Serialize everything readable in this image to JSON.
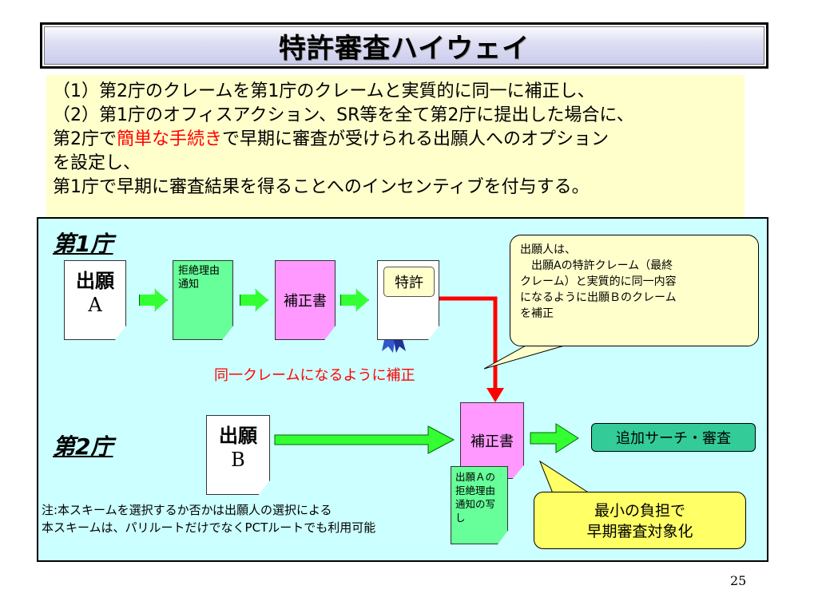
{
  "title": "特許審査ハイウェイ",
  "intro": {
    "line1": "（1）第2庁のクレームを第1庁のクレームと実質的に同一に補正し、",
    "line2": "（2）第1庁のオフィスアクション、SR等を全て第2庁に提出した場合に、",
    "line3_pre": "第2庁で",
    "line3_red": "簡単な手続き",
    "line3_post": "で早期に審査が受けられる出願人へのオプション",
    "line4": "を設定し、",
    "line5": "第1庁で早期に審査結果を得ることへのインセンティブを付与する。"
  },
  "office1": {
    "label": "第1庁"
  },
  "office2": {
    "label": "第2庁"
  },
  "app_a": {
    "line1": "出願",
    "line2": "A"
  },
  "app_b": {
    "line1": "出願",
    "line2": "B"
  },
  "rejection_notice": {
    "line1": "拒絶理由",
    "line2": "通知"
  },
  "amendment_1": "補正書",
  "amendment_2": "補正書",
  "patent_stamp": "特許",
  "same_claim_label": "同一クレームになるように補正",
  "callout_a": {
    "line1": "出願人は、",
    "line2": "　出願Aの特許クレーム（最終",
    "line3": "クレーム）と実質的に同一内容",
    "line4": "になるように出願Ｂのクレーム",
    "line5": "を補正"
  },
  "copy_notice": {
    "line1": "出願Ａの",
    "line2": "拒絶理由",
    "line3": "通知の写",
    "line4": "し"
  },
  "additional_search": "追加サーチ・審査",
  "callout_b": {
    "line1": "最小の負担で",
    "line2": "早期審査対象化"
  },
  "note": {
    "line1": "注:本スキームを選択するか否かは出願人の選択による",
    "line2": "本スキームは、パリルートだけでなくPCTルートでも利用可能"
  },
  "page_number": "25",
  "colors": {
    "title_bg": "#c9caea",
    "intro_bg": "#ffffcc",
    "diagram_bg": "#ccffff",
    "rejection_doc": "#66ff99",
    "amendment_doc": "#ff99ff",
    "arrow_green": "#33ff33",
    "arrow_red": "#ff0000",
    "search_box": "#33cc99",
    "callout_b_bg": "#ffff66"
  },
  "icons": {
    "ribbon": "award-ribbon-icon"
  }
}
